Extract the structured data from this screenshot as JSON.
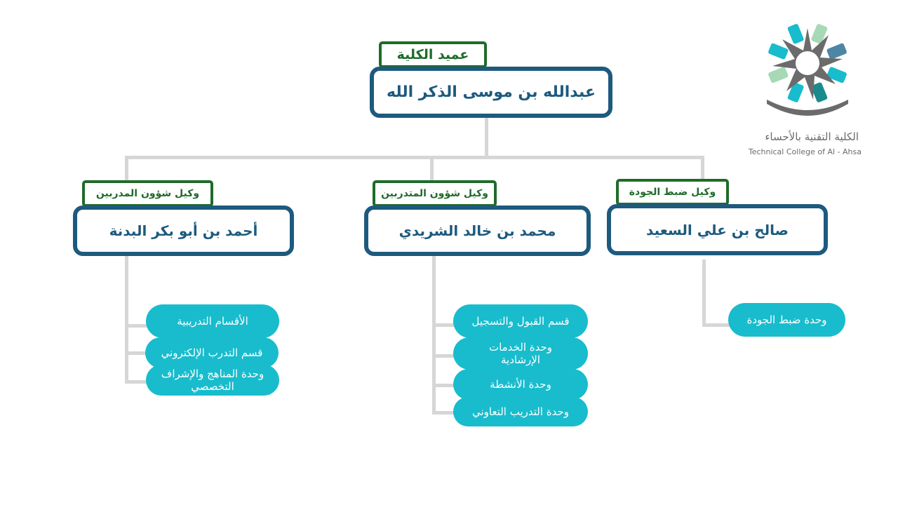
{
  "logo": {
    "name_ar": "الكلية التقنية بالأحساء",
    "name_en": "Technical College of Al - Ahsa",
    "colors": {
      "teal": "#18bccd",
      "dark_teal": "#1b8a8c",
      "green": "#a7d9b6",
      "gray": "#6b6b6b",
      "steel": "#4d86a4"
    }
  },
  "dean": {
    "title": "عميد الكلية",
    "name": "عبدالله بن موسى الذكر الله"
  },
  "branches": {
    "trainers": {
      "title": "وكيل شؤون المدربين",
      "name": "أحمد بن أبو بكر البدنة",
      "units": [
        "الأقسام التدريبية",
        "قسم التدرب الإلكتروني",
        "وحدة المناهج والإشراف التخصصي"
      ]
    },
    "trainees": {
      "title": "وكيل شؤون المتدربين",
      "name": "محمد بن خالد الشريدي",
      "units": [
        "قسم القبول والتسجيل",
        "وحدة الخدمات الإرشادية",
        "وحدة الأنشطة",
        "وحدة التدريب التعاوني"
      ]
    },
    "quality": {
      "title": "وكيل ضبط الجودة",
      "name": "صالح بن علي السعيد",
      "units": [
        "وحدة ضبط الجودة"
      ]
    }
  },
  "colors": {
    "role_border": "#1f6b2a",
    "person_border": "#1d5a7e",
    "pill": "#18bccd",
    "connector": "#d6d6d6"
  }
}
